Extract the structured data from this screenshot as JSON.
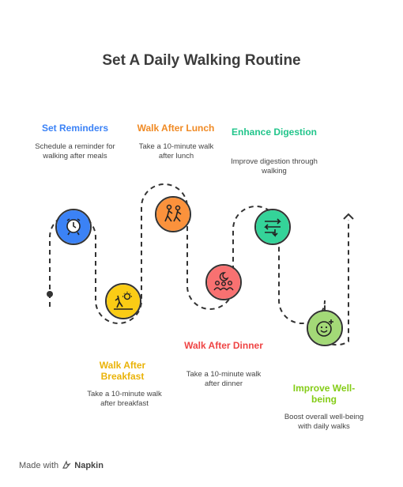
{
  "title": "Set A Daily Walking Routine",
  "steps": [
    {
      "title": "Set Reminders",
      "desc": "Schedule a reminder for walking after meals",
      "color": "#3b82f6",
      "icon": "alarm-clock-icon"
    },
    {
      "title": "Walk After Breakfast",
      "desc": "Take a 10-minute walk after breakfast",
      "color": "#facc15",
      "icon": "sunrise-walker-icon"
    },
    {
      "title": "Walk After Lunch",
      "desc": "Take a 10-minute walk after lunch",
      "color": "#fb923c",
      "icon": "hikers-icon"
    },
    {
      "title": "Walk After Dinner",
      "desc": "Take a 10-minute walk after dinner",
      "color": "#f87171",
      "icon": "family-night-icon"
    },
    {
      "title": "Enhance Digestion",
      "desc": "Improve digestion through walking",
      "color": "#34d399",
      "icon": "flow-arrows-icon"
    },
    {
      "title": "Improve Well-being",
      "desc": "Boost overall well-being with daily walks",
      "color": "#a3d977",
      "icon": "happy-face-icon"
    }
  ],
  "title_colors": [
    "#3b82f6",
    "#eab308",
    "#f08a24",
    "#ef4444",
    "#22c58b",
    "#84cc16"
  ],
  "footer": {
    "prefix": "Made with",
    "brand": "Napkin"
  }
}
